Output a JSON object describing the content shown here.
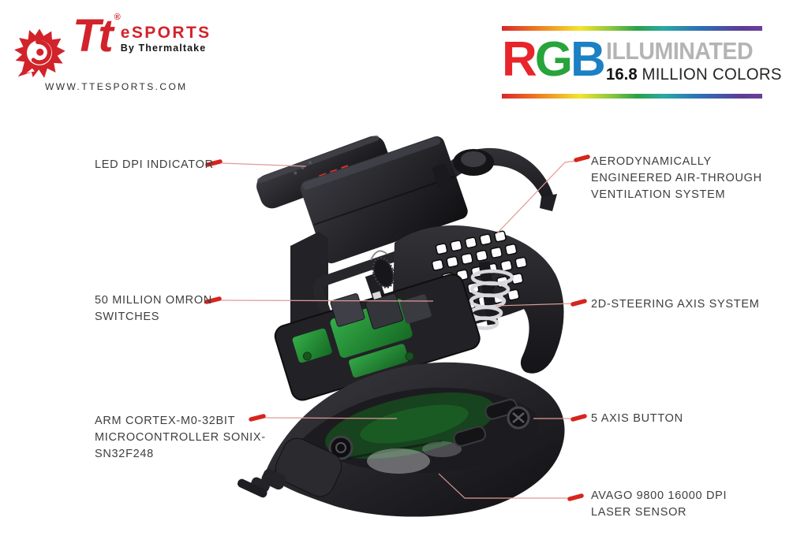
{
  "brand": {
    "tt": "Tt",
    "reg": "®",
    "esports": "eSPORTS",
    "by": "By Thermaltake",
    "url": "WWW.TTESPORTS.COM",
    "red": "#d2232a"
  },
  "rgb_badge": {
    "r": "R",
    "g": "G",
    "b": "B",
    "illuminated": "ILLUMINATED",
    "count": "16.8",
    "million": "MILLION COLORS",
    "r_color": "#e8252b",
    "g_color": "#27a43b",
    "b_color": "#1b80c4",
    "illuminated_color": "#b4b4b4",
    "gradient": [
      "#d9262b",
      "#ef7d22",
      "#f2e431",
      "#2ba148",
      "#2f6fb5",
      "#6a3f98"
    ]
  },
  "callouts": {
    "left": [
      {
        "name": "led-dpi-indicator",
        "lines": [
          "LED DPI INDICATOR"
        ]
      },
      {
        "name": "omron-switches",
        "lines": [
          "50 MILLION OMRON",
          "SWITCHES"
        ]
      },
      {
        "name": "arm-microcontroller",
        "lines": [
          "ARM CORTEX-M0-32BIT",
          "MICROCONTROLLER SONIX-",
          "SN32F248"
        ]
      }
    ],
    "right": [
      {
        "name": "air-through-ventilation",
        "lines": [
          "AERODYNAMICALLY",
          "ENGINEERED AIR-THROUGH",
          "VENTILATION SYSTEM"
        ]
      },
      {
        "name": "steering-axis-system",
        "lines": [
          "2D-STEERING AXIS SYSTEM"
        ]
      },
      {
        "name": "five-axis-button",
        "lines": [
          "5 AXIS BUTTON"
        ]
      },
      {
        "name": "laser-sensor",
        "lines": [
          "AVAGO 9800 16000 DPI",
          "LASER SENSOR"
        ]
      }
    ],
    "leader_line_color": "#df9a95",
    "tick_color": "#d6251d",
    "text_color": "#3e3e3e"
  }
}
